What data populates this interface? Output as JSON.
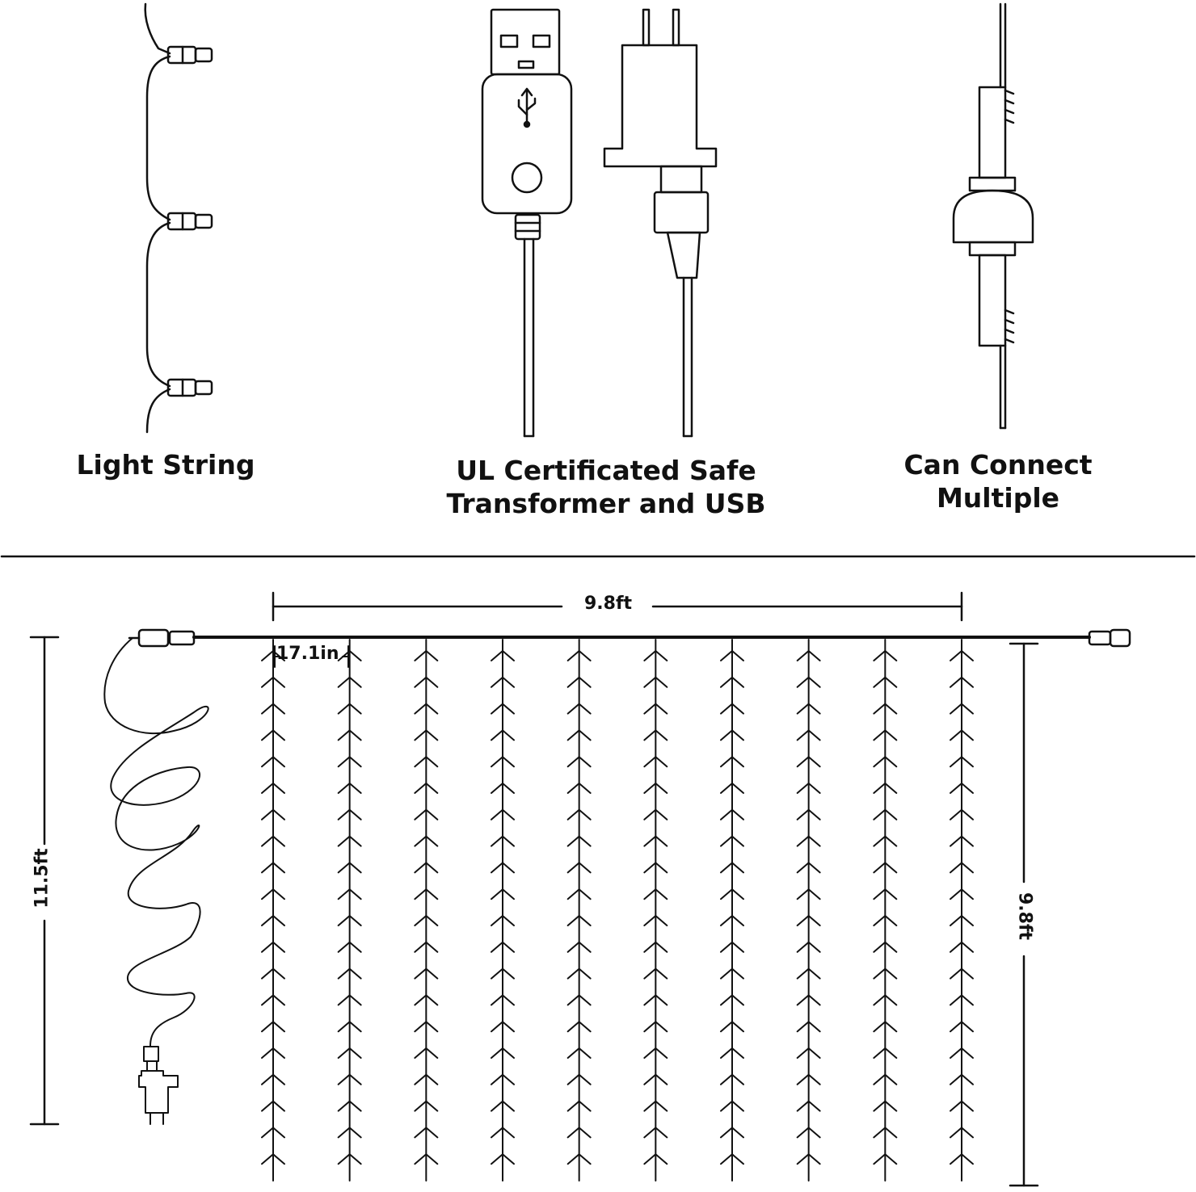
{
  "captions": {
    "light_string": "Light String",
    "transformer_usb": [
      "UL Certificated Safe",
      "Transformer and USB"
    ],
    "connect_multiple": [
      "Can Connect",
      "Multiple"
    ]
  },
  "dimensions": {
    "curtain_width": "9.8ft",
    "strand_spacing": "17.1in",
    "total_height": "11.5ft",
    "curtain_height": "9.8ft"
  },
  "curtain": {
    "strand_count": 10,
    "lights_per_strand_visible": 20
  },
  "colors": {
    "line": "#111111",
    "background": "#ffffff"
  }
}
